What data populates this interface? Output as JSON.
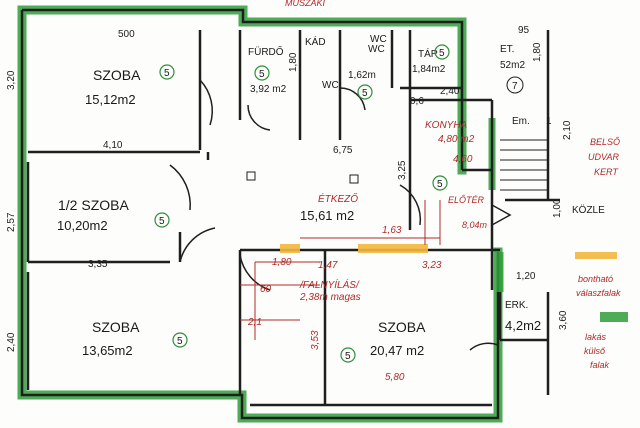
{
  "rooms": [
    {
      "label": "SZOBA",
      "area": "15,12m2"
    },
    {
      "label": "1/2 SZOBA",
      "area": "10,20m2"
    },
    {
      "label": "SZOBA",
      "area": "13,65m2"
    },
    {
      "label": "SZOBA",
      "area": "20,47 m2"
    },
    {
      "label": "ÉTKEZŐ",
      "area": "15,61 m2"
    },
    {
      "label": "KONYHA",
      "area": "4,80 m2"
    },
    {
      "label": "FÜRDŐ",
      "area": "3,92 m2"
    },
    {
      "label": "WC",
      "area": "1,62m"
    },
    {
      "label": "TÁR",
      "area": "1,84m2"
    },
    {
      "label": "ET.",
      "area": "52m2"
    },
    {
      "label": "ERK.",
      "area": "4,2m2"
    },
    {
      "label": "ELŐTÉR",
      "area": "8,04m"
    },
    {
      "label": "Em.",
      "area": "1"
    }
  ],
  "fixtures": {
    "bath": "KÁD",
    "wc": "WC",
    "wc2": "WC",
    "hallway": "KÖZLE"
  },
  "dimensions": {
    "top_width": "500",
    "left_height_1": "3,20",
    "left_height_2": "2,57",
    "left_height_3": "2,40",
    "room1_width": "4,10",
    "hall_width": "6,75",
    "room2_width": "3,35",
    "kitchen_width": "2,40",
    "kitchen_depth": "3,25",
    "bath_depth": "1,80",
    "tar_width": "95",
    "et_height": "1,80",
    "stair_height": "2,10",
    "corridor_width": "1,00",
    "balcony_width": "1,20",
    "balcony_height": "3,60",
    "hall_dim_a": "4,60",
    "hall_dim_b": "1,63",
    "hall_dim_c": "1,47",
    "hall_dim_d": "3,23",
    "hall_dim_e": "1,80",
    "bedroom_width": "5,80",
    "bedroom_depth": "3,53",
    "small_a": "0,6",
    "small_b": "60",
    "small_c": "2,1"
  },
  "annotations": {
    "top": "MŰSZAKI",
    "opening_1": "/FALNYÍLÁS/",
    "opening_2": "2,38m magas",
    "right_1": "BELSŐ",
    "right_2": "UDVAR",
    "right_3": "KERT",
    "legend_1": "bontható",
    "legend_2": "válaszfalak",
    "legend_3": "lakás",
    "legend_4": "külső",
    "legend_5": "falak"
  },
  "marker_symbol": "5",
  "stair_number": "7",
  "colors": {
    "outer_wall": "#2f9e3a",
    "removable_wall": "#f2b63c",
    "ink": "#1f1f1f",
    "handwriting": "#b02a2a"
  }
}
